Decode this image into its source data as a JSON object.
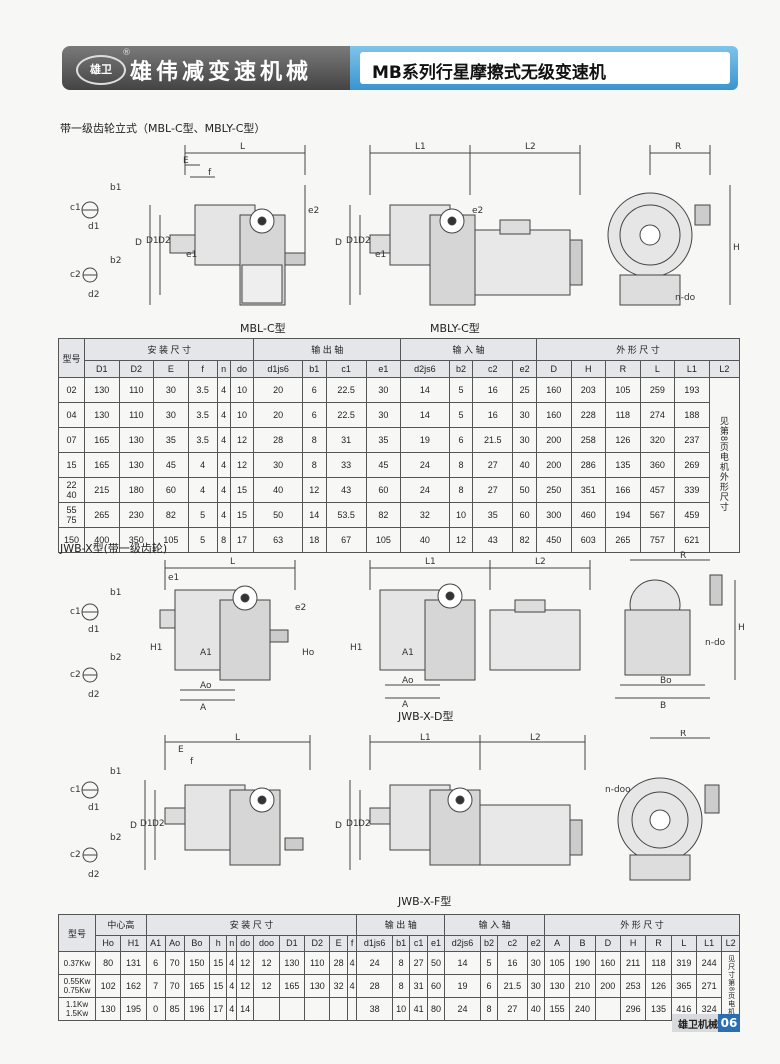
{
  "header": {
    "logo_text": "雄卫",
    "reg_mark": "®",
    "brand": "雄伟减变速机械",
    "title": "MB系列行星摩擦式无级变速机"
  },
  "section1": {
    "title": "带一级齿轮立式（MBL-C型、MBLY-C型）",
    "captions": [
      "MBL-C型",
      "MBLY-C型"
    ]
  },
  "section2": {
    "title": "JWB-X型(带一级齿轮)",
    "captions": [
      "JWB-X-D型",
      "JWB-X-F型"
    ]
  },
  "table1": {
    "group_headers": [
      "型号",
      "安 装 尺 寸",
      "输 出 轴",
      "输 入 轴",
      "外 形 尺 寸"
    ],
    "columns": [
      "D1",
      "D2",
      "E",
      "f",
      "n",
      "do",
      "d1js6",
      "b1",
      "c1",
      "e1",
      "d2js6",
      "b2",
      "c2",
      "e2",
      "D",
      "H",
      "R",
      "L",
      "L1",
      "L2"
    ],
    "rows": [
      [
        "02",
        "130",
        "110",
        "30",
        "3.5",
        "4",
        "10",
        "20",
        "6",
        "22.5",
        "30",
        "14",
        "5",
        "16",
        "25",
        "160",
        "203",
        "105",
        "259",
        "193"
      ],
      [
        "04",
        "130",
        "110",
        "30",
        "3.5",
        "4",
        "10",
        "20",
        "6",
        "22.5",
        "30",
        "14",
        "5",
        "16",
        "30",
        "160",
        "228",
        "118",
        "274",
        "188"
      ],
      [
        "07",
        "165",
        "130",
        "35",
        "3.5",
        "4",
        "12",
        "28",
        "8",
        "31",
        "35",
        "19",
        "6",
        "21.5",
        "30",
        "200",
        "258",
        "126",
        "320",
        "237"
      ],
      [
        "15",
        "165",
        "130",
        "45",
        "4",
        "4",
        "12",
        "30",
        "8",
        "33",
        "45",
        "24",
        "8",
        "27",
        "40",
        "200",
        "286",
        "135",
        "360",
        "269"
      ],
      [
        "22\n40",
        "215",
        "180",
        "60",
        "4",
        "4",
        "15",
        "40",
        "12",
        "43",
        "60",
        "24",
        "8",
        "27",
        "50",
        "250",
        "351",
        "166",
        "457",
        "339"
      ],
      [
        "55\n75",
        "265",
        "230",
        "82",
        "5",
        "4",
        "15",
        "50",
        "14",
        "53.5",
        "82",
        "32",
        "10",
        "35",
        "60",
        "300",
        "460",
        "194",
        "567",
        "459"
      ],
      [
        "150",
        "400",
        "350",
        "105",
        "5",
        "8",
        "17",
        "63",
        "18",
        "67",
        "105",
        "40",
        "12",
        "43",
        "82",
        "450",
        "603",
        "265",
        "757",
        "621"
      ]
    ],
    "l2_note": "见第8页电机外形尺寸"
  },
  "table2": {
    "group_headers": [
      "型号",
      "中心高",
      "安 装 尺 寸",
      "输 出 轴",
      "输 入 轴",
      "外 形 尺 寸"
    ],
    "columns": [
      "Ho",
      "H1",
      "A1",
      "Ao",
      "Bo",
      "h",
      "n",
      "do",
      "doo",
      "D1",
      "D2",
      "E",
      "f",
      "d1js6",
      "b1",
      "c1",
      "e1",
      "d2js6",
      "b2",
      "c2",
      "e2",
      "A",
      "B",
      "D",
      "H",
      "R",
      "L",
      "L1",
      "L2"
    ],
    "rows": [
      [
        "0.37Kw",
        "80",
        "131",
        "6",
        "70",
        "150",
        "15",
        "4",
        "12",
        "12",
        "130",
        "110",
        "28",
        "4",
        "24",
        "8",
        "27",
        "50",
        "14",
        "5",
        "16",
        "30",
        "105",
        "190",
        "160",
        "211",
        "118",
        "319",
        "244"
      ],
      [
        "0.55Kw\n0.75Kw",
        "102",
        "162",
        "7",
        "70",
        "165",
        "15",
        "4",
        "12",
        "12",
        "165",
        "130",
        "32",
        "4",
        "28",
        "8",
        "31",
        "60",
        "19",
        "6",
        "21.5",
        "30",
        "130",
        "210",
        "200",
        "253",
        "126",
        "365",
        "271"
      ],
      [
        "1.1Kw\n1.5Kw",
        "130",
        "195",
        "0",
        "85",
        "196",
        "17",
        "4",
        "14",
        "",
        "",
        "",
        "",
        "",
        "38",
        "10",
        "41",
        "80",
        "24",
        "8",
        "27",
        "40",
        "155",
        "240",
        "",
        "296",
        "135",
        "416",
        "324"
      ]
    ],
    "l2_note": "见尺寸第8页电机"
  },
  "footer": {
    "brand": "雄卫机械",
    "page": "06"
  }
}
